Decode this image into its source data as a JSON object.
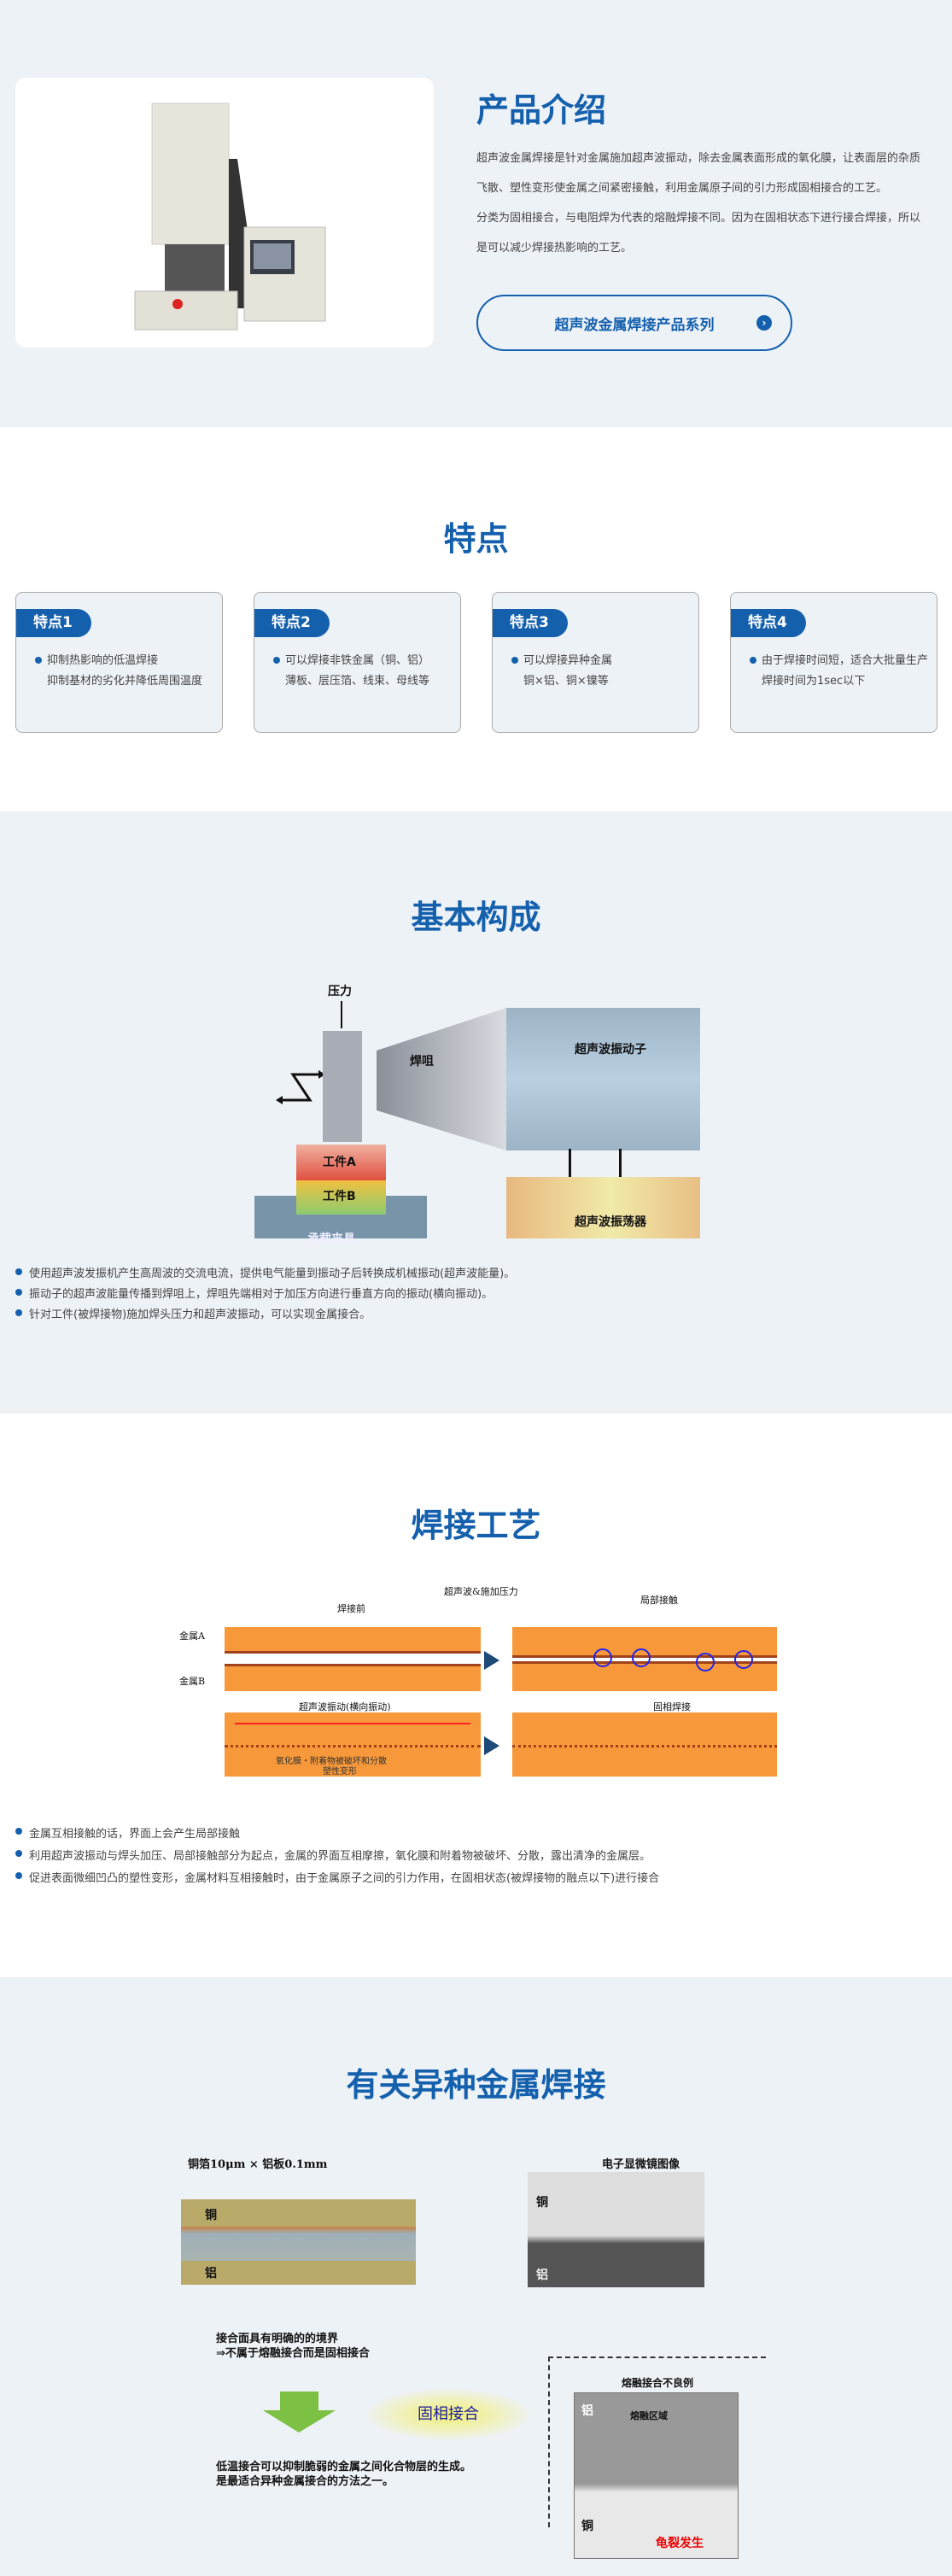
{
  "intro": {
    "title": "产品介绍",
    "paragraph1": "超声波金属焊接是针对金属施加超声波振动，除去金属表面形成的氧化膜，让表面层的杂质飞散、塑性变形使金属之间紧密接触，利用金属原子间的引力形成固相接合的工艺。",
    "paragraph2": "分类为固相接合，与电阻焊为代表的熔融焊接不同。因为在固相状态下进行接合焊接，所以是可以减少焊接热影响的工艺。",
    "button_label": "超声波金属焊接产品系列",
    "button_icon": "chevron-right-circle-icon"
  },
  "features": {
    "title": "特点",
    "cards": [
      {
        "tag": "特点1",
        "lines": [
          "抑制热影响的低温焊接",
          "抑制基材的劣化并降低周围温度"
        ]
      },
      {
        "tag": "特点2",
        "lines": [
          "可以焊接非铁金属（铜、铝）",
          "薄板、层压箔、线束、母线等"
        ]
      },
      {
        "tag": "特点3",
        "lines": [
          "可以焊接异种金属",
          "铜×铝、铜×镍等"
        ]
      },
      {
        "tag": "特点4",
        "lines": [
          "由于焊接时间短，适合大批量生产",
          "焊接时间为1sec以下"
        ]
      }
    ]
  },
  "structure": {
    "title": "基本构成",
    "diagram": {
      "pressure": "压力",
      "horn": "焊咀",
      "transducer": "超声波振动子",
      "workA": "工件A",
      "workB": "工件B",
      "fixture": "承载夹具",
      "oscillator": "超声波振荡器"
    },
    "bullets": [
      "使用超声波发振机产生高周波的交流电流，提供电气能量到振动子后转换成机械振动(超声波能量)。",
      "振动子的超声波能量传播到焊咀上，焊咀先端相对于加压方向进行垂直方向的振动(横向振动)。",
      "针对工件(被焊接物)施加焊头压力和超声波振动，可以实现金属接合。"
    ]
  },
  "process": {
    "title": "焊接工艺",
    "diagram": {
      "before": "焊接前",
      "metalA": "金属A",
      "metalB": "金属B",
      "apply": "超声波&施加压力",
      "local": "局部接触",
      "vibration": "超声波振动(横向振动)",
      "break": "氧化膜・附着物被破坏和分散",
      "plastic": "塑性变形",
      "solid": "固相焊接"
    },
    "bullets": [
      "金属互相接触的话，界面上会产生局部接触",
      "利用超声波振动与焊头加压、局部接触部分为起点，金属的界面互相摩擦，氧化膜和附着物被破坏、分散，露出清净的金属层。",
      "促进表面微细凹凸的塑性变形，金属材料互相接触时，由于金属原子之间的引力作用，在固相状态(被焊接物的融点以下)进行接合"
    ]
  },
  "dissimilar": {
    "title": "有关异种金属焊接",
    "sample": "铜箔10μm × 铝板0.1mm",
    "sem": "电子显微镜图像",
    "cu": "铜",
    "al": "铝",
    "boundary1": "接合面具有明确的的境界",
    "boundary2": "⇒不属于熔融接合而是固相接合",
    "solid": "固相接合",
    "conclusion1": "低温接合可以抑制脆弱的金属之间化合物层的生成。",
    "conclusion2": "是最适合异种金属接合的方法之一。",
    "bad_title": "熔融接合不良例",
    "melt_zone": "熔融区域",
    "crack": "龟裂发生"
  }
}
